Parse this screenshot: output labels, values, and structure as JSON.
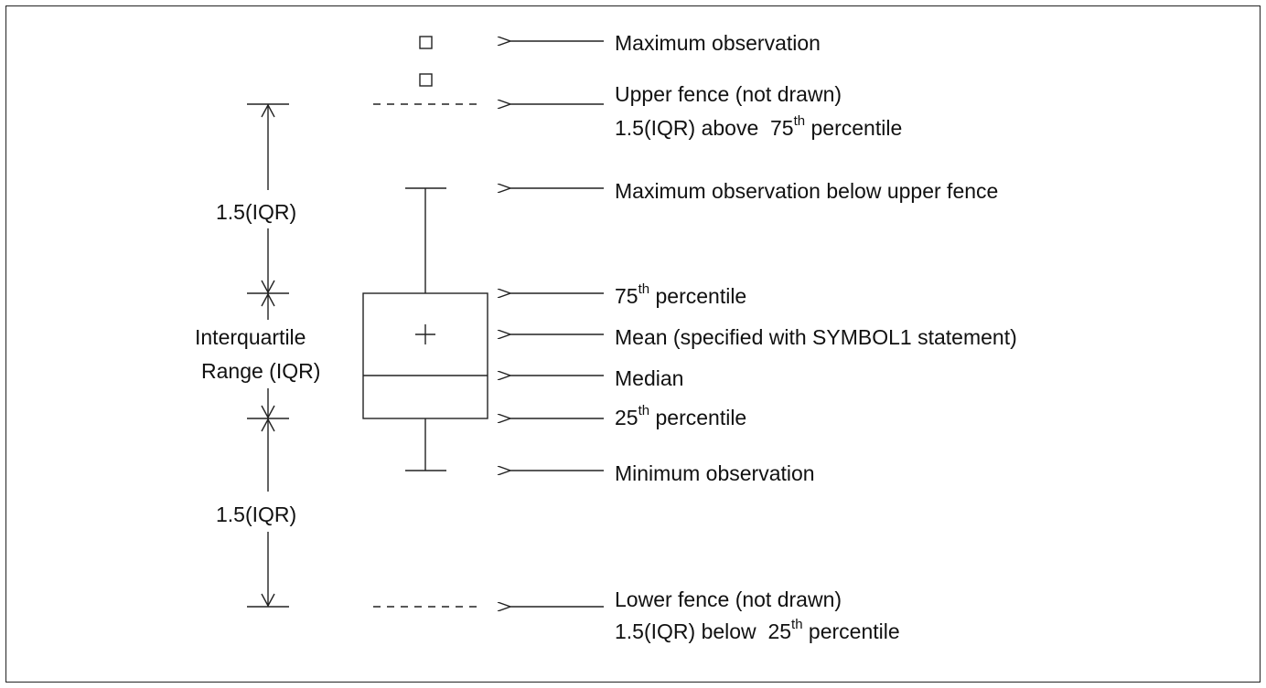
{
  "labels": {
    "max_obs": "Maximum observation",
    "upper_fence_1": "Upper fence (not drawn)",
    "upper_fence_2_pre": "1.5(IQR) above  75",
    "upper_fence_2_sup": "th",
    "upper_fence_2_post": " percentile",
    "max_below_fence": "Maximum observation below upper fence",
    "p75_num": "75",
    "p75_sup": "th",
    "p75_post": " percentile",
    "mean": "Mean (specified with SYMBOL1 statement)",
    "median": "Median",
    "p25_num": "25",
    "p25_sup": "th",
    "p25_post": " percentile",
    "min_obs": "Minimum observation",
    "lower_fence_1": "Lower fence (not drawn)",
    "lower_fence_2_pre": "1.5(IQR) below  25",
    "lower_fence_2_sup": "th",
    "lower_fence_2_post": " percentile"
  },
  "left": {
    "upper_iqr": "1.5(IQR)",
    "iqr_line1": "Interquartile",
    "iqr_line2": "Range (IQR)",
    "lower_iqr": "1.5(IQR)"
  }
}
